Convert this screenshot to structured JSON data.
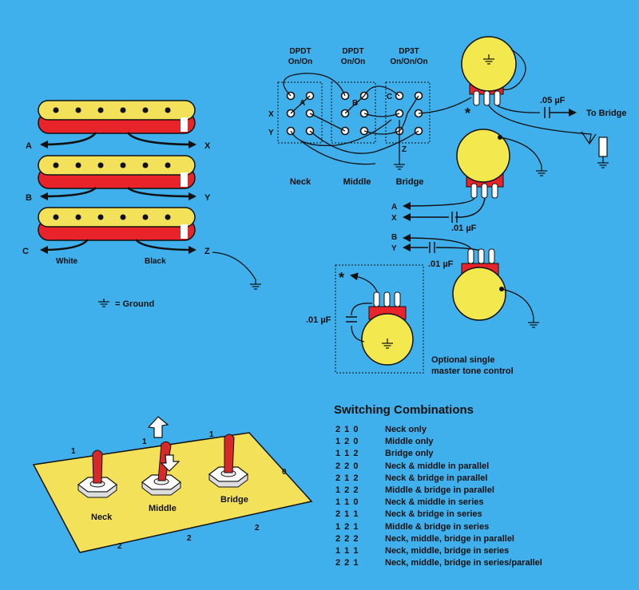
{
  "switches": {
    "dpdt_neck": [
      "DPDT",
      "On/On"
    ],
    "dpdt_middle": [
      "DPDT",
      "On/On"
    ],
    "dp3t_bridge": [
      "DP3T",
      "On/On/On"
    ]
  },
  "switch_names": {
    "neck": "Neck",
    "middle": "Middle",
    "bridge": "Bridge"
  },
  "terminal_labels": {
    "a": "A",
    "b": "B",
    "c": "C",
    "x": "X",
    "y": "Y",
    "z": "Z"
  },
  "pickup_wires": {
    "white": "White",
    "black": "Black"
  },
  "ground_legend": "= Ground",
  "capacitors": {
    "vol_cap": ".05 µF",
    "tone_cap_1": ".01 µF",
    "tone_cap_2": ".01 µF",
    "master_cap": ".01 µF"
  },
  "output_label": "To Bridge",
  "asterisk": "*",
  "optional_tone": [
    "Optional single",
    "master tone control"
  ],
  "toggle_panel": {
    "positions": {
      "p1a": "1",
      "p1b": "1",
      "p1c": "1",
      "p0": "0",
      "p2a": "2",
      "p2b": "2",
      "p2c": "2"
    },
    "labels": {
      "neck": "Neck",
      "middle": "Middle",
      "bridge": "Bridge"
    }
  },
  "combinations": {
    "title": "Switching Combinations",
    "rows": [
      {
        "code": "2 1 0",
        "desc": "Neck only"
      },
      {
        "code": "1 2 0",
        "desc": "Middle only"
      },
      {
        "code": "1 1 2",
        "desc": "Bridge only"
      },
      {
        "code": "2 2 0",
        "desc": "Neck & middle in parallel"
      },
      {
        "code": "2 1 2",
        "desc": "Neck & bridge in parallel"
      },
      {
        "code": "1 2 2",
        "desc": "Middle & bridge in parallel"
      },
      {
        "code": "1 1 0",
        "desc": "Neck & middle in series"
      },
      {
        "code": "2 1 1",
        "desc": "Neck & bridge in series"
      },
      {
        "code": "1 2 1",
        "desc": "Middle & bridge in series"
      },
      {
        "code": "2 2 2",
        "desc": "Neck, middle, bridge in parallel"
      },
      {
        "code": "1 1 1",
        "desc": "Neck, middle, bridge in series"
      },
      {
        "code": "2 2 1",
        "desc": "Neck, middle, bridge in series/parallel"
      }
    ]
  },
  "colors": {
    "background": "#3fb0ec",
    "pickup_red": "#e8232a",
    "pickup_yellow": "#f4e15a",
    "pot_yellow": "#f3e94e",
    "wire": "#111111"
  }
}
